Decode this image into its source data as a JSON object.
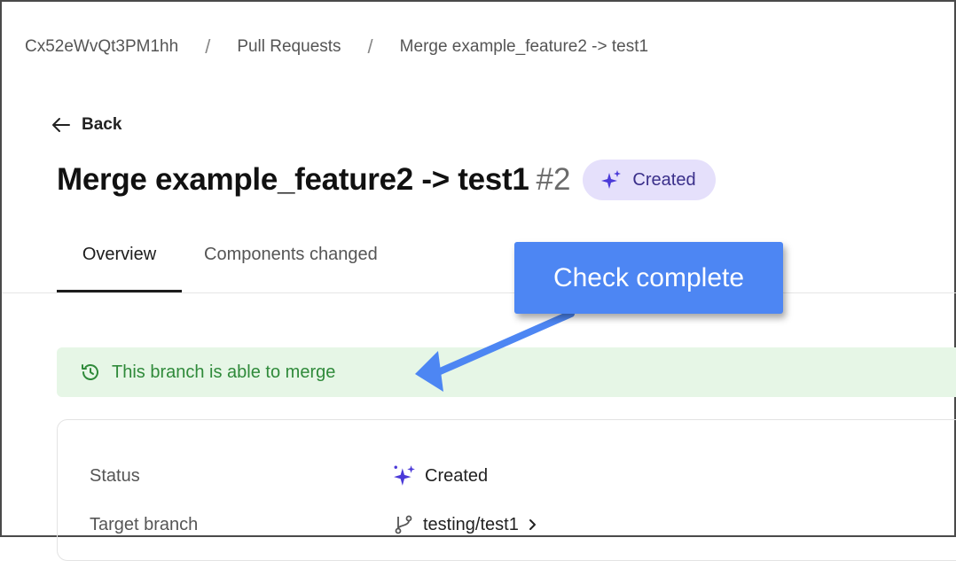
{
  "breadcrumb": {
    "items": [
      "Cx52eWvQt3PM1hh",
      "Pull Requests",
      "Merge example_feature2 -> test1"
    ],
    "separator": "/"
  },
  "back": {
    "label": "Back"
  },
  "pull_request": {
    "title": "Merge example_feature2 -> test1",
    "number": "#2",
    "status_badge": "Created"
  },
  "tabs": [
    {
      "label": "Overview",
      "active": true
    },
    {
      "label": "Components changed",
      "active": false
    }
  ],
  "merge_banner": {
    "text": "This branch is able to merge"
  },
  "details": {
    "status": {
      "label": "Status",
      "value": "Created"
    },
    "target_branch": {
      "label": "Target branch",
      "value": "testing/test1"
    }
  },
  "callout": {
    "text": "Check complete"
  },
  "colors": {
    "badge_bg": "#e5e0fb",
    "sparkle": "#4b3ad8",
    "banner_bg": "#e6f6e6",
    "banner_text": "#2f8a3a",
    "callout": "#4d86f3"
  },
  "icons": {
    "back": "arrow-left-icon",
    "status": "sparkle-icon",
    "merge": "history-icon",
    "branch": "git-branch-icon",
    "chevron": "chevron-right-icon"
  }
}
